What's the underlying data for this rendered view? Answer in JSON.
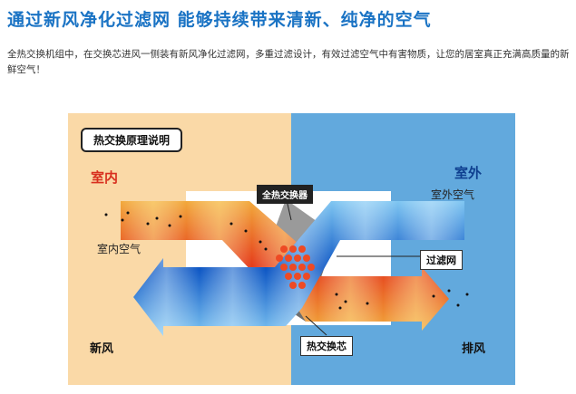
{
  "heading": "通过新风净化过滤网 能够持续带来清新、纯净的空气",
  "intro": "全热交换机组中，在交换芯进风一侧装有新风净化过滤网，多重过滤设计，有效过滤空气中有害物质，让您的居室真正充满高质量的新鲜空气！",
  "diagram": {
    "title": "热交换原理说明",
    "indoor_zone": "室内",
    "outdoor_zone": "室外",
    "outdoor_air": "室外空气",
    "indoor_air": "室内空气",
    "heat_exchanger": "全热交换器",
    "filter": "过滤网",
    "exchange_core": "热交换芯",
    "fresh_air": "新风",
    "exhaust_air": "排风"
  },
  "colors": {
    "heading": "#1a73c4",
    "indoor_bg": "#fad9a7",
    "outdoor_bg": "#62a9dd",
    "indoor_label": "#d8301f",
    "outdoor_label": "#0e3f8f"
  },
  "icons": {
    "warm_stream": "red-orange-arrow",
    "cool_stream": "blue-arrow"
  }
}
